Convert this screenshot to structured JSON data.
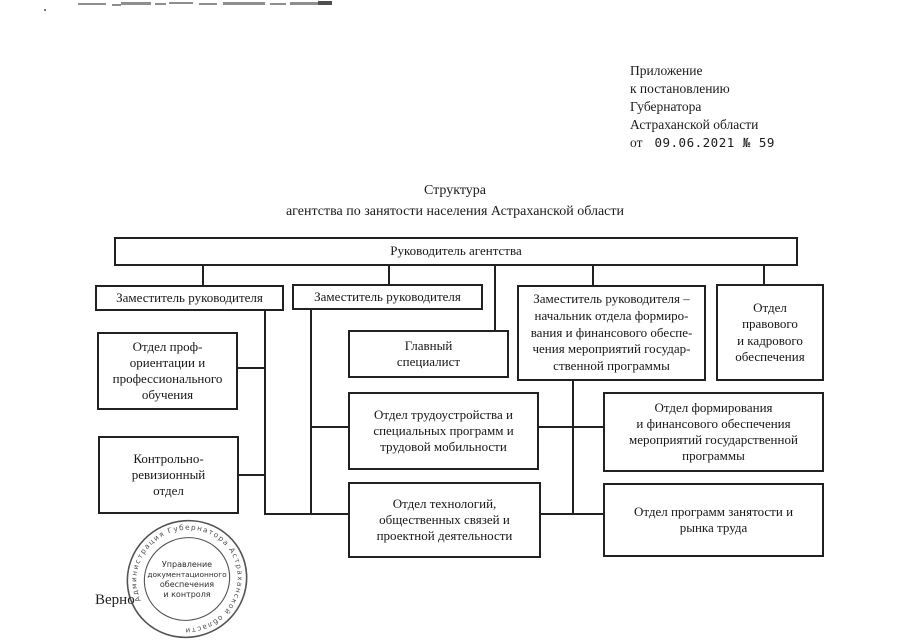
{
  "colors": {
    "ink": "#212121",
    "stamp_ink": "#3a3a3a"
  },
  "header": {
    "lines": [
      "Приложение",
      "к постановлению",
      "Губернатора",
      "Астраханской области"
    ],
    "date_prefix": "от",
    "date_value": "09.06.2021 № 59"
  },
  "title": {
    "line1": "Структура",
    "line2": "агентства по занятости населения Астраханской области"
  },
  "org": {
    "root": {
      "label": "Руководитель агентства"
    },
    "deputy1": {
      "label": "Заместитель руководителя"
    },
    "deputy2": {
      "label": "Заместитель руководителя"
    },
    "deputy3": {
      "label": "Заместитель руководителя –\nначальник отдела формиро-\nвания и финансового обеспе-\nчения мероприятий государ-\nственной программы"
    },
    "legal": {
      "label": "Отдел\nправового\nи кадрового\nобеспечения"
    },
    "proforient": {
      "label": "Отдел проф-\nориентации и\nпрофессионального\nобучения"
    },
    "chief_spec": {
      "label": "Главный\nспециалист"
    },
    "control": {
      "label": "Контрольно-\nревизионный\nотдел"
    },
    "employment": {
      "label": "Отдел трудоустройства и\nспециальных программ и\nтрудовой мобильности"
    },
    "technology": {
      "label": "Отдел технологий,\nобщественных связей и\nпроектной деятельности"
    },
    "financing": {
      "label": "Отдел формирования\nи финансового обеспечения\nмероприятий государственной\nпрограммы"
    },
    "programs": {
      "label": "Отдел программ занятости и\nрынка труда"
    }
  },
  "stamp": {
    "ring_text": "Администрация Губернатора Астраханской области",
    "center_lines": [
      "Управление",
      "документационного",
      "обеспечения",
      "и контроля"
    ]
  },
  "certification": {
    "label": "Верно"
  }
}
